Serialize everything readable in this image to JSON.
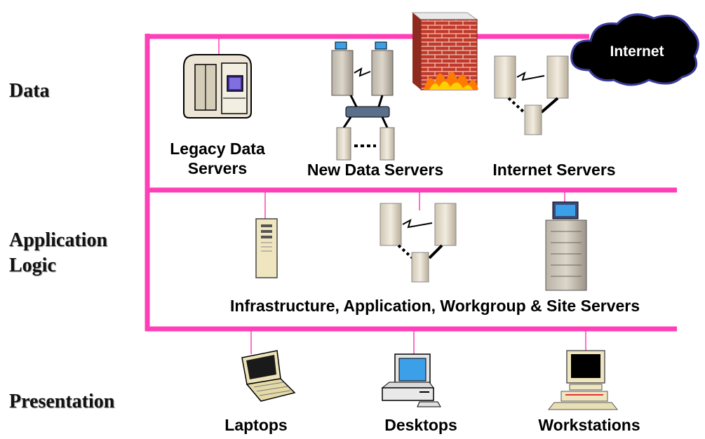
{
  "tiers": {
    "data": "Data",
    "application_line1": "Application",
    "application_line2": "Logic",
    "presentation": "Presentation"
  },
  "nodes": {
    "legacy_line1": "Legacy Data",
    "legacy_line2": "Servers",
    "new_data": "New Data Servers",
    "internet_servers": "Internet Servers",
    "infrastructure": "Infrastructure, Application, Workgroup & Site Servers",
    "laptops": "Laptops",
    "desktops": "Desktops",
    "workstations": "Workstations"
  },
  "cloud": {
    "label": "Internet"
  },
  "colors": {
    "bus": "#ff3fb8",
    "cloud": "#000000",
    "tower": "#ece5d6",
    "brick": "#c0392b",
    "flame": "#ff7a00"
  }
}
